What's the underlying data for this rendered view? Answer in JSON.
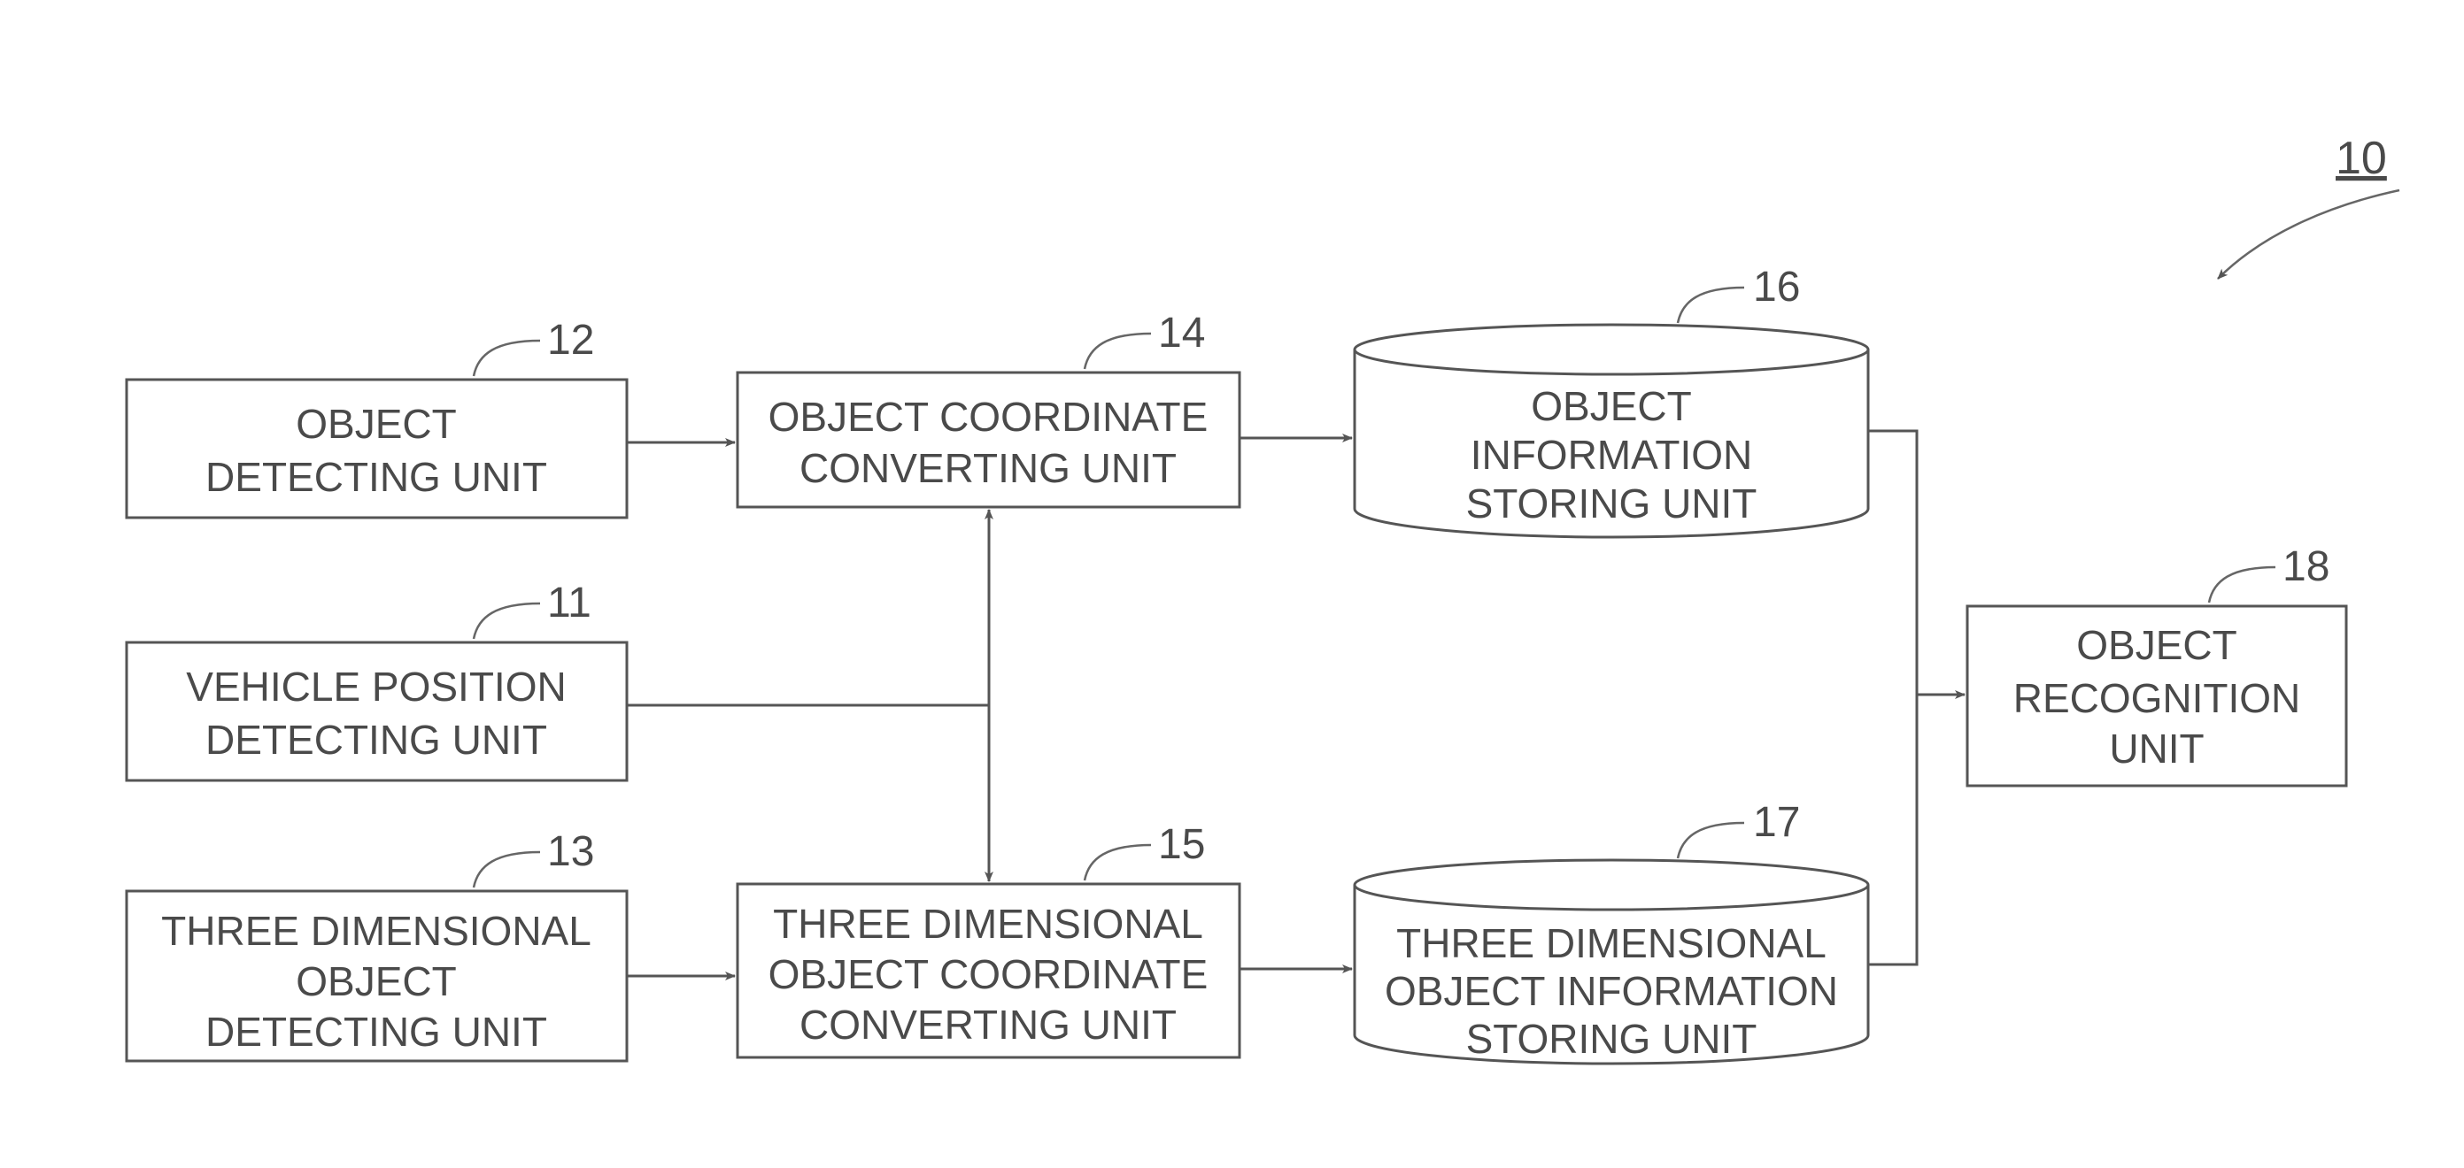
{
  "figure_ref": "10",
  "blocks": {
    "object_detecting": {
      "ref": "12",
      "lines": [
        "OBJECT",
        "DETECTING UNIT"
      ]
    },
    "vehicle_position": {
      "ref": "11",
      "lines": [
        "VEHICLE POSITION",
        "DETECTING UNIT"
      ]
    },
    "three_dim_detecting": {
      "ref": "13",
      "lines": [
        "THREE DIMENSIONAL",
        "OBJECT",
        "DETECTING UNIT"
      ]
    },
    "object_coordinate": {
      "ref": "14",
      "lines": [
        "OBJECT COORDINATE",
        "CONVERTING UNIT"
      ]
    },
    "three_dim_coordinate": {
      "ref": "15",
      "lines": [
        "THREE DIMENSIONAL",
        "OBJECT COORDINATE",
        "CONVERTING UNIT"
      ]
    },
    "object_info_storing": {
      "ref": "16",
      "lines": [
        "OBJECT",
        "INFORMATION",
        "STORING UNIT"
      ]
    },
    "three_dim_info_storing": {
      "ref": "17",
      "lines": [
        "THREE DIMENSIONAL",
        "OBJECT INFORMATION",
        "STORING UNIT"
      ]
    },
    "object_recognition": {
      "ref": "18",
      "lines": [
        "OBJECT",
        "RECOGNITION",
        "UNIT"
      ]
    }
  },
  "colors": {
    "line": "#555555",
    "text": "#4a4a4a",
    "background": "#ffffff"
  }
}
